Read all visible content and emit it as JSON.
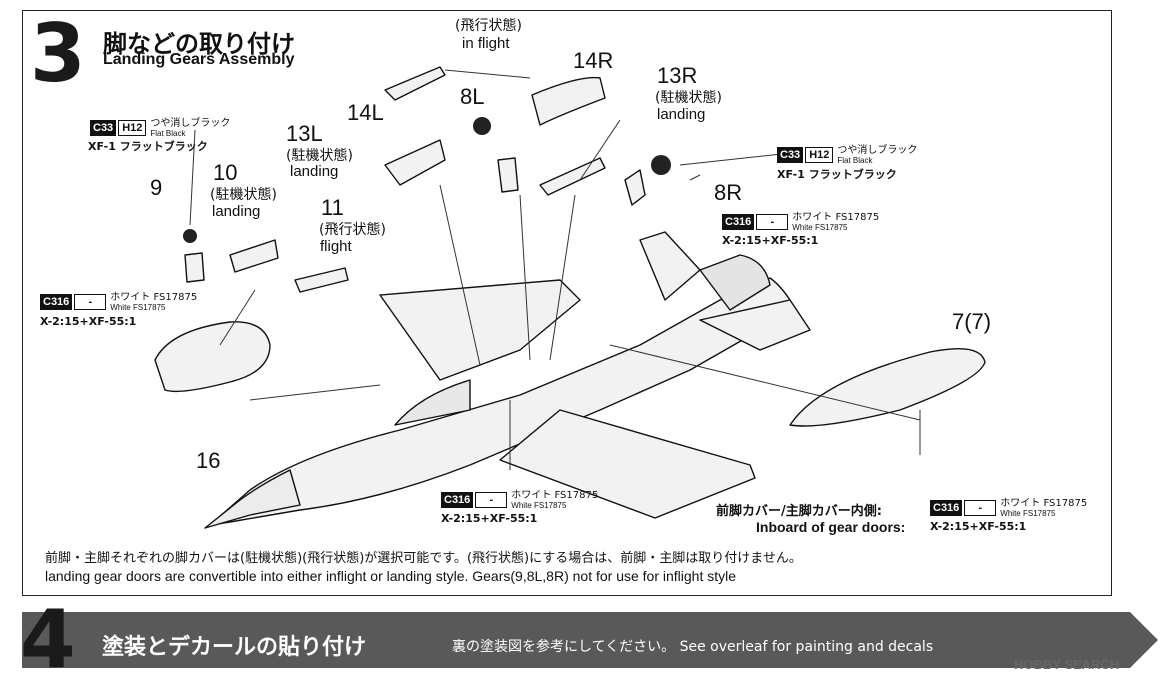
{
  "step3": {
    "number": "3",
    "title_jp": "脚などの取り付け",
    "title_en": "Landing Gears Assembly"
  },
  "callouts": {
    "inflight_top_jp": "(飛行状態)",
    "inflight_top_en": "in flight",
    "p14R": "14R",
    "p14L": "14L",
    "p8L": "8L",
    "p13R": "13R",
    "p13R_jp": "(駐機状態)",
    "p13R_en": "landing",
    "p13L": "13L",
    "p13L_jp": "(駐機状態)",
    "p13L_en": "landing",
    "p9": "9",
    "p10": "10",
    "p10_jp": "(駐機状態)",
    "p10_en": "landing",
    "p11": "11",
    "p11_jp": "(飛行状態)",
    "p11_en": "flight",
    "p8R": "8R",
    "p7": "7(7)",
    "p16": "16"
  },
  "paints": {
    "c33_code": "C33",
    "h12_code": "H12",
    "c33_jp": "つや消しブラック",
    "c33_en": "Flat Black",
    "xf1": "XF-1 フラットブラック",
    "c316_code": "C316",
    "dash": "-",
    "c316_jp": "ホワイト FS17875",
    "c316_en": "White FS17875",
    "c316_mix": "X-2:15+XF-55:1"
  },
  "inboard": {
    "jp": "前脚カバー/主脚カバー内側:",
    "en": "Inboard of gear doors:"
  },
  "notes": {
    "jp": "前脚・主脚それぞれの脚カバーは(駐機状態)(飛行状態)が選択可能です。(飛行状態)にする場合は、前脚・主脚は取り付けません。",
    "en": "landing gear doors are convertible into  either inflight or landing style. Gears(9,8L,8R) not for use for inflight style"
  },
  "step4": {
    "number": "4",
    "title_jp": "塗装とデカールの貼り付け",
    "subtitle": "裏の塗装図を参考にしてください。 See overleaf for painting and decals"
  },
  "watermark": "HOBBY SEARCH",
  "colors": {
    "banner": "#595959",
    "ink": "#111111",
    "fill": "#f1f1f1"
  }
}
